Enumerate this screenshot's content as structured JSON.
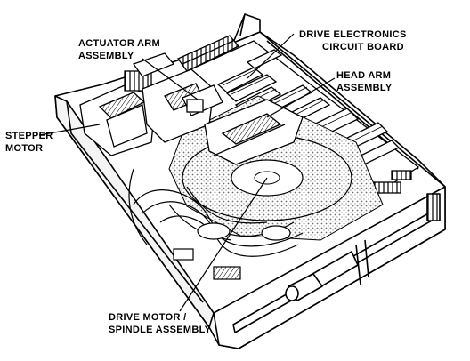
{
  "labels": {
    "actuator": {
      "line1": "ACTUATOR ARM",
      "line2": "ASSEMBLY"
    },
    "electronics": {
      "line1": "DRIVE ELECTRONICS",
      "line2": "CIRCUIT BOARD"
    },
    "head_arm": {
      "line1": "HEAD ARM",
      "line2": "ASSEMBLY"
    },
    "stepper": {
      "line1": "STEPPER",
      "line2": "MOTOR"
    },
    "spindle": {
      "line1": "DRIVE MOTOR /",
      "line2": "SPINDLE ASSEMBLY"
    }
  },
  "colors": {
    "ink": "#000000",
    "paper": "#ffffff",
    "stipple": "#9a9a9a"
  }
}
